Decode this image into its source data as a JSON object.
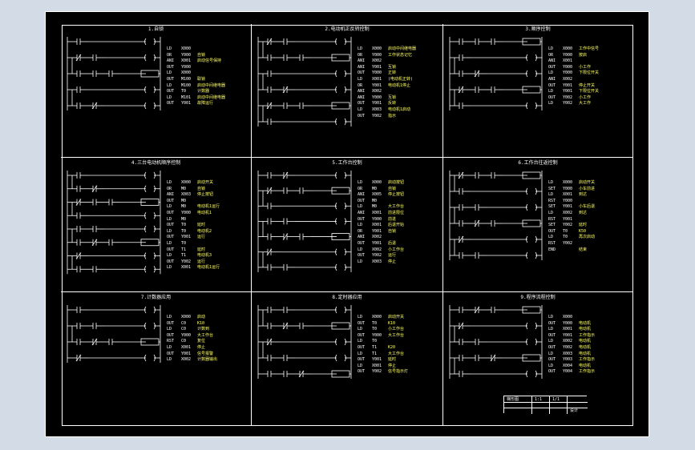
{
  "colors": {
    "background": "#000000",
    "line": "#ffffff",
    "comment": "#ffff66",
    "outer": "#d3dbe6"
  },
  "panels": [
    {
      "title": "1.自锁",
      "instr": [
        [
          "LD",
          "X000",
          ""
        ],
        [
          "OR",
          "Y000",
          "自锁"
        ],
        [
          "ANI",
          "X001",
          "启动信号保持"
        ],
        [
          "OUT",
          "Y000",
          ""
        ],
        [
          "LD",
          "X000",
          ""
        ],
        [
          "OUT",
          "M100",
          "联锁"
        ],
        [
          "LD",
          "M100",
          "启动中间继电器"
        ],
        [
          "OUT",
          "T0",
          "计数器"
        ],
        [
          "LD",
          "M101",
          "启动中间继电器"
        ],
        [
          "OUT",
          "Y001",
          "故障运行"
        ]
      ]
    },
    {
      "title": "2.电动机正反转控制",
      "instr": [
        [
          "LD",
          "X000",
          "启动中间继电器"
        ],
        [
          "OR",
          "Y000",
          "工作状态记忆"
        ],
        [
          "ANI",
          "X002",
          ""
        ],
        [
          "ANI",
          "Y001",
          "互锁"
        ],
        [
          "OUT",
          "Y000",
          "正转"
        ],
        [
          "LD",
          "X001",
          "(电动机正转)"
        ],
        [
          "OR",
          "Y001",
          "电动机1停止"
        ],
        [
          "ANI",
          "X002",
          ""
        ],
        [
          "ANI",
          "Y000",
          "互锁"
        ],
        [
          "OUT",
          "Y001",
          "反转"
        ],
        [
          "LD",
          "X003",
          "电动机1启动"
        ],
        [
          "OUT",
          "Y002",
          "指示"
        ]
      ]
    },
    {
      "title": "3.顺序控制",
      "instr": [
        [
          "LD",
          "X000",
          "工作中信号"
        ],
        [
          "OR",
          "Y000",
          "按启"
        ],
        [
          "ANI",
          "X001",
          ""
        ],
        [
          "OUT",
          "Y000",
          "小工作"
        ],
        [
          "LD",
          "Y000",
          "下限位开关"
        ],
        [
          "ANI",
          "X002",
          ""
        ],
        [
          "OUT",
          "Y001",
          "停止开关"
        ],
        [
          "LD",
          "Y001",
          "下限位开关"
        ],
        [
          "OUT",
          "Y002",
          "小工作"
        ],
        [
          "LD",
          "Y002",
          "大工作"
        ]
      ]
    },
    {
      "title": "4.三台电动机顺序控制",
      "instr": [
        [
          "LD",
          "X000",
          "启动开关"
        ],
        [
          "OR",
          "M0",
          "自锁"
        ],
        [
          "ANI",
          "X003",
          "停止按钮"
        ],
        [
          "OUT",
          "M0",
          ""
        ],
        [
          "LD",
          "M0",
          "电动机1运行"
        ],
        [
          "OUT",
          "Y000",
          "电动机1"
        ],
        [
          "LD",
          "M0",
          ""
        ],
        [
          "OUT",
          "T0",
          "延时"
        ],
        [
          "LD",
          "T0",
          "电动机2"
        ],
        [
          "OUT",
          "Y001",
          "运行"
        ],
        [
          "LD",
          "T0",
          ""
        ],
        [
          "OUT",
          "T1",
          "延时"
        ],
        [
          "LD",
          "T1",
          "电动机3"
        ],
        [
          "OUT",
          "Y002",
          "运行"
        ],
        [
          "LD",
          "X001",
          "电动机1运行"
        ]
      ]
    },
    {
      "title": "5.工作台控制",
      "instr": [
        [
          "LD",
          "X000",
          "启动按钮"
        ],
        [
          "OR",
          "M0",
          "自锁"
        ],
        [
          "ANI",
          "X005",
          "停止按钮"
        ],
        [
          "OUT",
          "M0",
          ""
        ],
        [
          "LD",
          "M0",
          "大工作台"
        ],
        [
          "ANI",
          "X001",
          "前进限位"
        ],
        [
          "OUT",
          "Y000",
          "前进"
        ],
        [
          "LD",
          "X001",
          "后退开始"
        ],
        [
          "OR",
          "Y001",
          "自锁"
        ],
        [
          "ANI",
          "X002",
          ""
        ],
        [
          "OUT",
          "Y001",
          "后退"
        ],
        [
          "LD",
          "X002",
          "小工作台"
        ],
        [
          "OUT",
          "Y002",
          "运行"
        ],
        [
          "LD",
          "X003",
          "停止"
        ]
      ]
    },
    {
      "title": "6.工作台往返控制",
      "instr": [
        [
          "LD",
          "X000",
          "启动开关"
        ],
        [
          "SET",
          "Y000",
          "小车前进"
        ],
        [
          "LD",
          "X001",
          "到达"
        ],
        [
          "RST",
          "Y000",
          ""
        ],
        [
          "SET",
          "Y001",
          "小车后退"
        ],
        [
          "LD",
          "X002",
          "到达"
        ],
        [
          "RST",
          "Y001",
          ""
        ],
        [
          "SET",
          "Y002",
          "延时"
        ],
        [
          "OUT",
          "T0",
          "K50"
        ],
        [
          "LD",
          "T0",
          "再次启动"
        ],
        [
          "RST",
          "Y002",
          ""
        ],
        [
          "END",
          "",
          "结束"
        ]
      ]
    },
    {
      "title": "7.计数器应用",
      "instr": [
        [
          "LD",
          "X000",
          "启动"
        ],
        [
          "OUT",
          "C0",
          "K10"
        ],
        [
          "LD",
          "C0",
          "计数到"
        ],
        [
          "OUT",
          "Y000",
          "大工作台"
        ],
        [
          "RST",
          "C0",
          "复位"
        ],
        [
          "LD",
          "X001",
          "停止"
        ],
        [
          "OUT",
          "Y001",
          "信号报警"
        ],
        [
          "LD",
          "X002",
          "计数器输出"
        ]
      ]
    },
    {
      "title": "8.定时器应用",
      "instr": [
        [
          "LD",
          "X000",
          "启动开关"
        ],
        [
          "OUT",
          "T0",
          "K10"
        ],
        [
          "LD",
          "T0",
          "小工作台"
        ],
        [
          "OUT",
          "Y000",
          "大工作台"
        ],
        [
          "LD",
          "T0",
          ""
        ],
        [
          "OUT",
          "T1",
          "K20"
        ],
        [
          "LD",
          "T1",
          "大工作台"
        ],
        [
          "OUT",
          "Y001",
          "延时"
        ],
        [
          "LD",
          "X001",
          "停止"
        ],
        [
          "OUT",
          "Y002",
          "信号指示灯"
        ]
      ]
    },
    {
      "title": "9.程序流程控制",
      "instr": [
        [
          "LD",
          "X000",
          ""
        ],
        [
          "OUT",
          "Y000",
          "电动机"
        ],
        [
          "LD",
          "X001",
          "电动机"
        ],
        [
          "OUT",
          "Y001",
          "工作指示"
        ],
        [
          "LD",
          "X002",
          "电动机"
        ],
        [
          "OUT",
          "Y002",
          "电动机"
        ],
        [
          "LD",
          "X003",
          "电动机"
        ],
        [
          "OUT",
          "Y003",
          "工作指示"
        ],
        [
          "LD",
          "X004",
          "电动机"
        ],
        [
          "OUT",
          "Y004",
          "工作指示"
        ]
      ]
    }
  ],
  "title_block": {
    "drawing_name": "梯形图",
    "scale": "1:1",
    "sheet": "1/1",
    "sheet_no": "设计"
  }
}
